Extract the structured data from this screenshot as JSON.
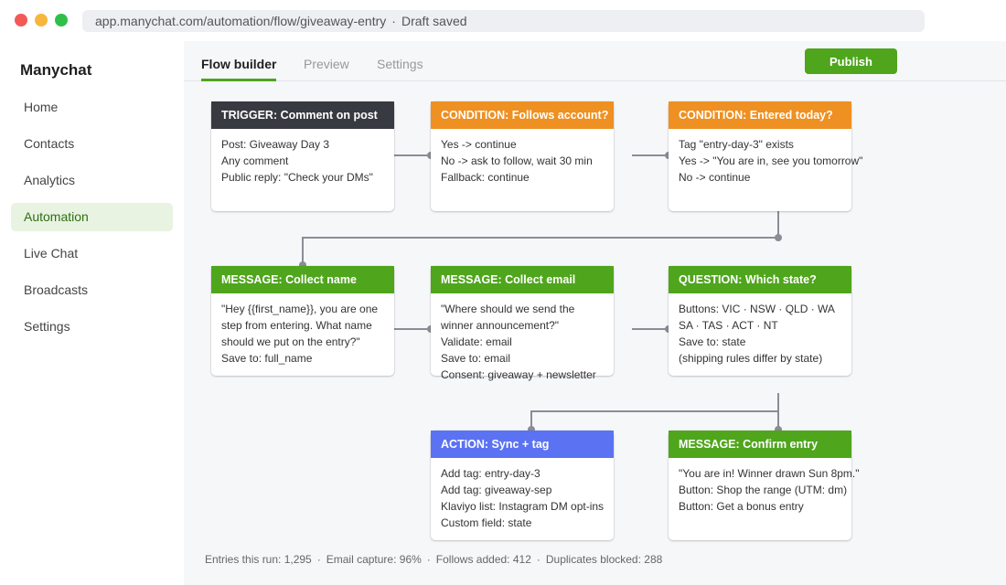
{
  "window": {
    "url": "app.manychat.com/automation/flow/giveaway-entry",
    "separator": "·",
    "status": "Draft saved"
  },
  "sidebar": {
    "brand": "Manychat",
    "items": [
      {
        "label": "Home"
      },
      {
        "label": "Contacts"
      },
      {
        "label": "Analytics"
      },
      {
        "label": "Automation",
        "active": true
      },
      {
        "label": "Live Chat"
      },
      {
        "label": "Broadcasts"
      },
      {
        "label": "Settings"
      }
    ]
  },
  "tabs": [
    {
      "label": "Flow builder",
      "active": true
    },
    {
      "label": "Preview"
    },
    {
      "label": "Settings"
    }
  ],
  "publish_label": "Publish",
  "colors": {
    "trigger": "#383a42",
    "condition": "#ee9022",
    "message": "#4fa51c",
    "question": "#4fa51c",
    "action": "#5b72f2",
    "accent": "#4fa51c",
    "wire": "#8a8d95"
  },
  "nodes": [
    {
      "title": "TRIGGER: Comment on post",
      "kind": "trigger",
      "lines": [
        "Post: Giveaway Day 3",
        "Any comment",
        "Public reply: \"Check your DMs\""
      ]
    },
    {
      "title": "CONDITION: Follows account?",
      "kind": "condition",
      "lines": [
        "Yes -> continue",
        "No -> ask to follow, wait 30 min",
        "Fallback: continue"
      ]
    },
    {
      "title": "CONDITION: Entered today?",
      "kind": "condition",
      "lines": [
        "Tag \"entry-day-3\" exists",
        "Yes -> \"You are in, see you tomorrow\"",
        "No -> continue"
      ]
    },
    {
      "title": "MESSAGE: Collect name",
      "kind": "message",
      "lines": [
        "\"Hey {{first_name}}, you are one",
        "step from entering. What name",
        "should we put on the entry?\"",
        "Save to: full_name"
      ]
    },
    {
      "title": "MESSAGE: Collect email",
      "kind": "message",
      "lines": [
        "\"Where should we send the",
        "winner announcement?\"",
        "Validate: email",
        "Save to: email",
        "Consent: giveaway + newsletter"
      ]
    },
    {
      "title": "QUESTION: Which state?",
      "kind": "question",
      "lines": [
        "Buttons: VIC · NSW · QLD · WA",
        "SA · TAS · ACT · NT",
        "Save to: state",
        "(shipping rules differ by state)"
      ]
    },
    {
      "title": "ACTION: Sync + tag",
      "kind": "action",
      "lines": [
        "Add tag: entry-day-3",
        "Add tag: giveaway-sep",
        "Klaviyo list: Instagram DM opt-ins",
        "Custom field: state"
      ]
    },
    {
      "title": "MESSAGE: Confirm entry",
      "kind": "message",
      "lines": [
        "\"You are in! Winner drawn Sun 8pm.\"",
        "Button: Shop the range (UTM: dm)",
        "Button: Get a bonus entry"
      ]
    }
  ],
  "stats": [
    "Entries this run: 1,295",
    "Email capture: 96%",
    "Follows added: 412",
    "Duplicates blocked: 288"
  ],
  "stats_separator": "·"
}
